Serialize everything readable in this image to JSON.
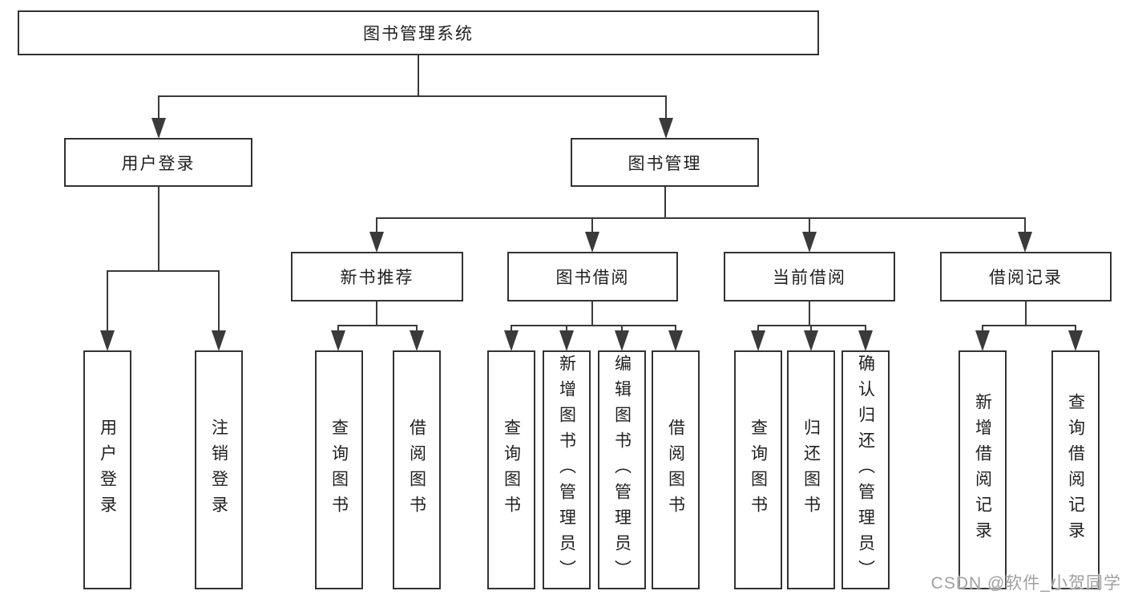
{
  "tree": {
    "root": {
      "label": "图书管理系统",
      "children": [
        {
          "label": "用户登录",
          "children": [
            {
              "label": "用户登录"
            },
            {
              "label": "注销登录"
            }
          ]
        },
        {
          "label": "图书管理",
          "children": [
            {
              "label": "新书推荐",
              "children": [
                {
                  "label": "查询图书"
                },
                {
                  "label": "借阅图书"
                }
              ]
            },
            {
              "label": "图书借阅",
              "children": [
                {
                  "label": "查询图书"
                },
                {
                  "label": "新增图书（管理员）"
                },
                {
                  "label": "编辑图书（管理员）"
                },
                {
                  "label": "借阅图书"
                }
              ]
            },
            {
              "label": "当前借阅",
              "children": [
                {
                  "label": "查询图书"
                },
                {
                  "label": "归还图书"
                },
                {
                  "label": "确认归还（管理员）"
                }
              ]
            },
            {
              "label": "借阅记录",
              "children": [
                {
                  "label": "新增借阅记录"
                },
                {
                  "label": "查询借阅记录"
                }
              ]
            }
          ]
        }
      ]
    }
  },
  "watermark": {
    "text": "CSDN @软件_小贺同学"
  },
  "colors": {
    "line": "#3a3a3a",
    "border": "#333333",
    "text": "#1f1f1f",
    "watermark": "#a0a0a0",
    "background": "#ffffff"
  }
}
